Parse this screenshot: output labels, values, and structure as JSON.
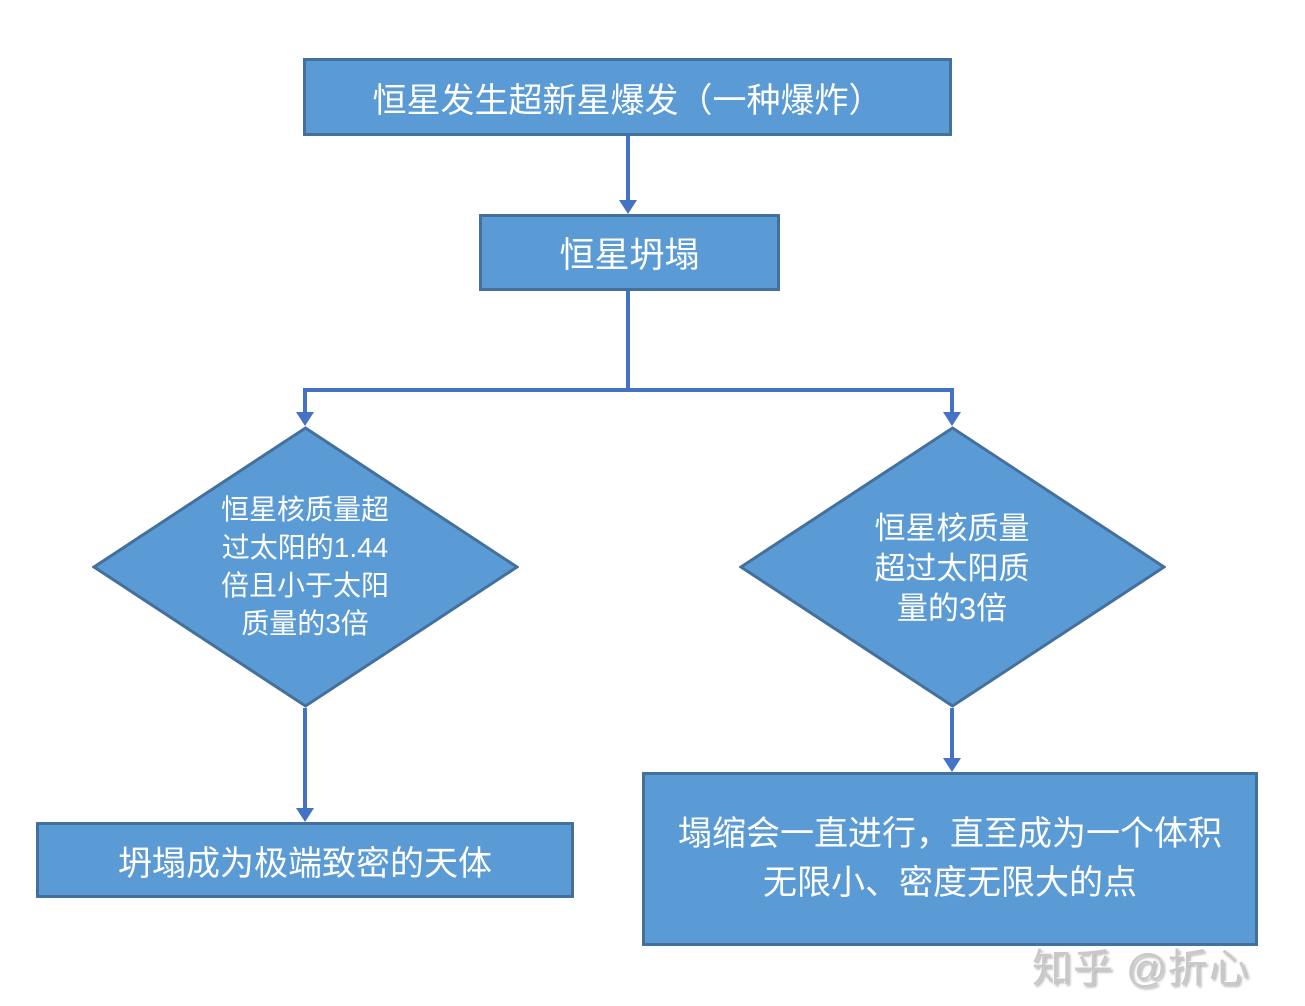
{
  "diagram": {
    "title_box": {
      "label": "恒星发生超新星爆发（一种爆炸）"
    },
    "collapse_box": {
      "label": "恒星坍塌"
    },
    "left_diamond": {
      "lines": [
        "恒星核质量超",
        "过太阳的1.44",
        "倍且小于太阳",
        "质量的3倍"
      ],
      "full_text": "恒星核质量超过太阳的1.44倍且小于太阳质量的3倍"
    },
    "right_diamond": {
      "lines": [
        "恒星核质量",
        "超过太阳质",
        "量的3倍"
      ],
      "full_text": "恒星核质量超过太阳质量的3倍"
    },
    "left_result_box": {
      "label": "坍塌成为极端致密的天体"
    },
    "right_result_box": {
      "lines": [
        "塌缩会一直进行，直至成为一个体积",
        "无限小、密度无限大的点"
      ],
      "full_text": "塌缩会一直进行，直至成为一个体积无限小、密度无限大的点"
    },
    "watermark": "知乎 @折心",
    "colors": {
      "shape_fill": "#5B9BD5",
      "shape_border": "#44709C",
      "connector": "#4472C4",
      "text": "#FFFFFF",
      "watermark": "#C9C9C9",
      "background": "#FFFFFF"
    }
  }
}
